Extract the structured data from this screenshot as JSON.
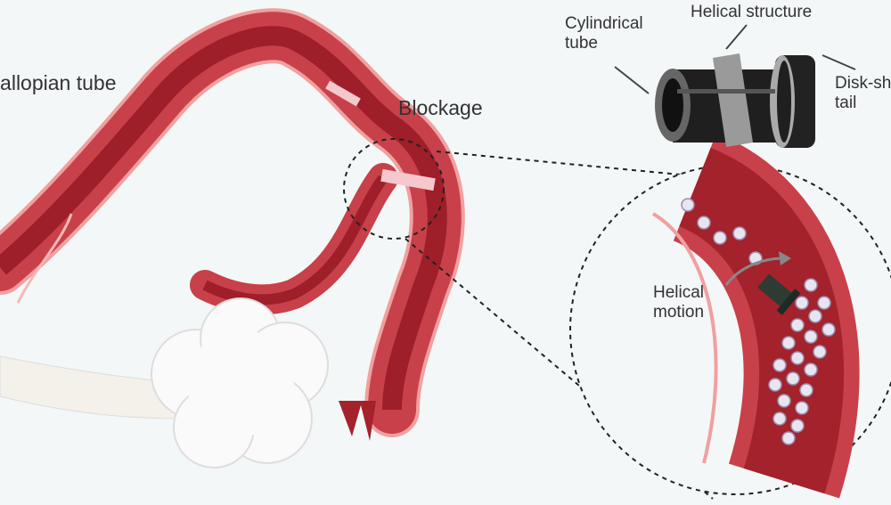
{
  "labels": {
    "fallopian_tube": "Fallopian tube",
    "blockage": "Blockage",
    "cylindrical_tube": [
      "Cylindrical",
      "tube"
    ],
    "helical_structure": "Helical structure",
    "disk_tail": [
      "Disk-shaped",
      "tail"
    ],
    "helical_motion": [
      "Helical",
      "motion"
    ]
  },
  "colors": {
    "tube_red": "#c8404a",
    "lumen_dark": "#9e1e2a",
    "tube_edge": "#f0a0a0",
    "device": "#222222",
    "background": "#f3f7f7"
  }
}
